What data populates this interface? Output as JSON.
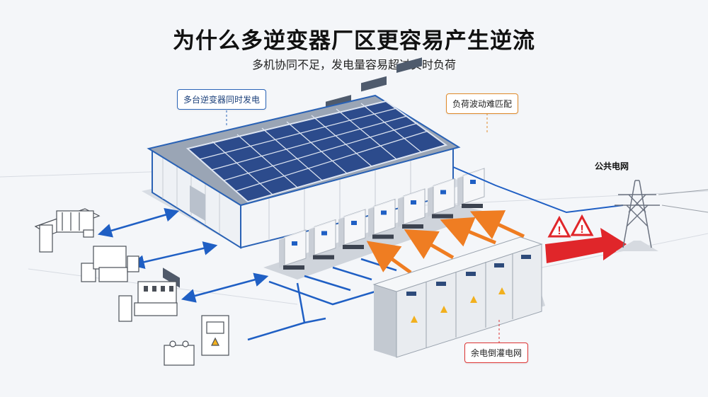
{
  "title": "为什么多逆变器厂区更容易产生逆流",
  "subtitle": "多机协同不足，发电量容易超过实时负荷",
  "labels": {
    "multi_inverter": "多台逆变器同时发电",
    "load_fluctuation": "负荷波动难匹配",
    "surplus_feed": "余电倒灌电网",
    "public_grid": "公共电网"
  },
  "icons": [
    "solar-panel-icon",
    "inverter-icon",
    "warning-icon",
    "transmission-tower-icon",
    "factory-machine-icon",
    "transformer-icon",
    "switchgear-cabinet-icon"
  ],
  "colors": {
    "blue_flow": "#1f5fc4",
    "orange_flow": "#ef7d22",
    "red_flow": "#e0262a",
    "panel": "#2b4a8a"
  }
}
